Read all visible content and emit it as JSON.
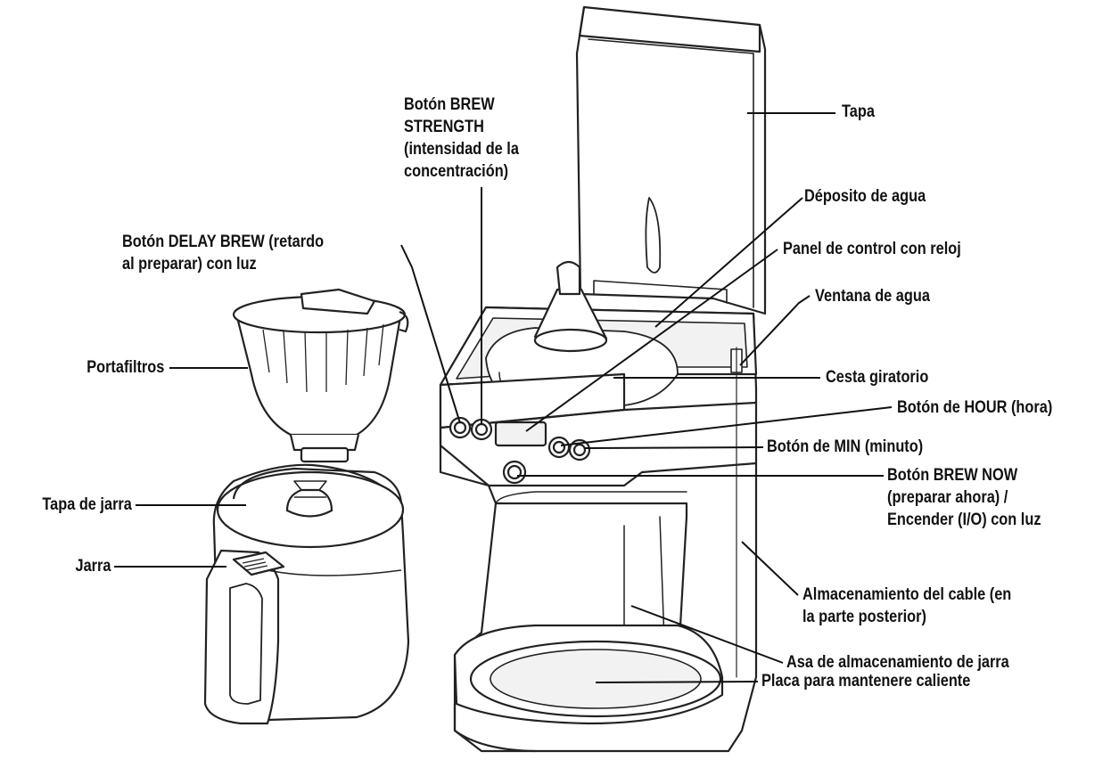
{
  "theme": {
    "line_color": "#111111",
    "drawing_color": "#222222",
    "fill_color": "#ffffff",
    "shade_color": "#e6e6e6"
  },
  "labels": {
    "tapa": "Tapa",
    "brew_strength": "Botón BREW\nSTRENGTH\n(intensidad de la\nconcentración)",
    "deposito": "Déposito de agua",
    "delay_brew": "Botón DELAY BREW (retardo\nal preparar) con luz",
    "panel_control": "Panel de control con reloj",
    "ventana": "Ventana de agua",
    "portafiltros": "Portafiltros",
    "cesta": "Cesta giratorio",
    "hour": "Botón de HOUR (hora)",
    "min": "Botón de MIN (minuto)",
    "brew_now": "Botón BREW NOW\n(preparar ahora) /\nEncender (I/O) con luz",
    "tapa_jarra": "Tapa de jarra",
    "jarra": "Jarra",
    "cable": "Almacenamiento del cable (en\nla parte posterior)",
    "asa": "Asa de almacenamiento de jarra",
    "placa": "Placa para mantenere caliente"
  }
}
